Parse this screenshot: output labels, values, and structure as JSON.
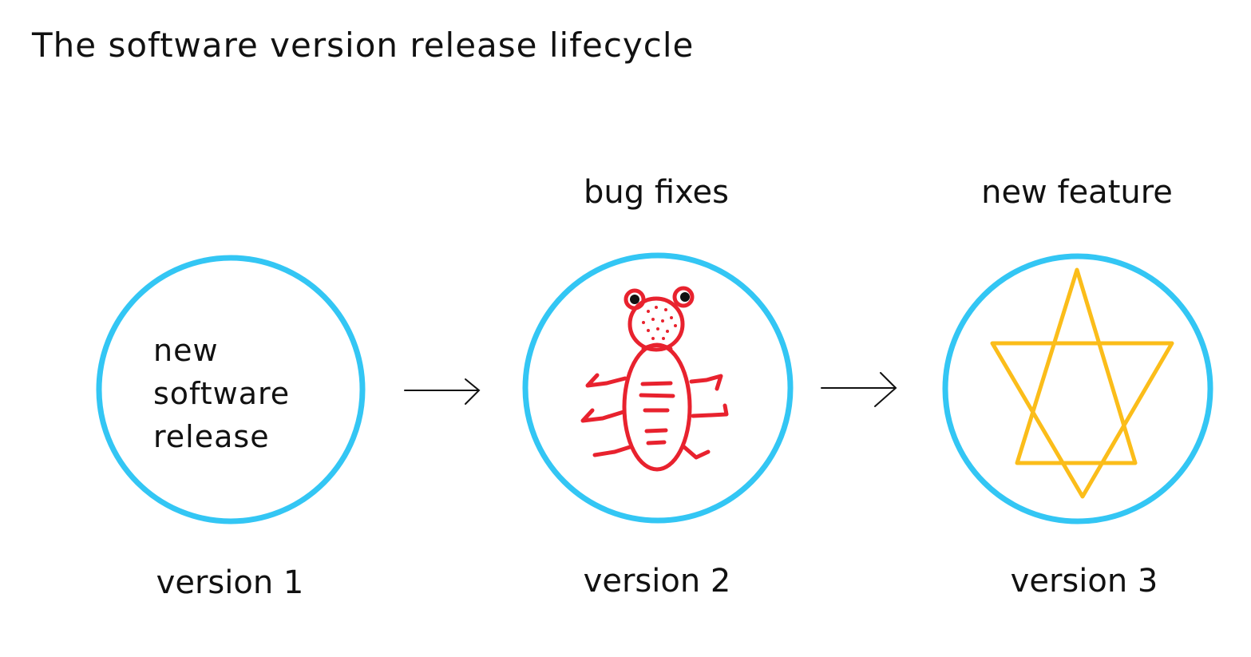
{
  "title": "The software version release lifecycle",
  "colors": {
    "circle": "#33c6f4",
    "bug": "#e8222e",
    "star": "#fbbd1a",
    "text": "#111111"
  },
  "stages": [
    {
      "label": "version 1",
      "caption": "",
      "inner_text": [
        "new",
        "software",
        "release"
      ],
      "icon": "none"
    },
    {
      "label": "version 2",
      "caption": "bug fixes",
      "inner_text": [],
      "icon": "bug-icon"
    },
    {
      "label": "version 3",
      "caption": "new feature",
      "inner_text": [],
      "icon": "star-icon"
    }
  ]
}
